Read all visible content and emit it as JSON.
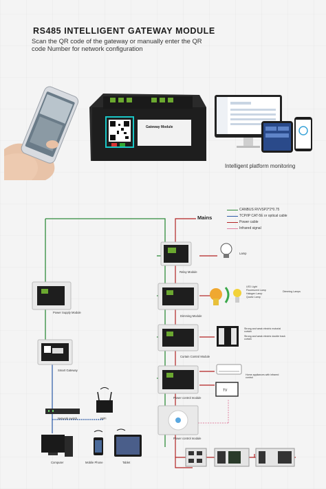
{
  "header": {
    "title": "RS485 INTELLIGENT GATEWAY MODULE",
    "subtitle": "Scan the QR code of the gateway or manually enter the QR code Number for network configuration"
  },
  "device": {
    "name": "Gateway Module"
  },
  "platform": {
    "caption": "Intelligent platform monitoring"
  },
  "legend": {
    "items": [
      {
        "label": "CANBUS RVVSP2*2*0.75",
        "color": "#2e8b3a"
      },
      {
        "label": "TCP/IP CAT-5E or optical cable",
        "color": "#2a5aa8"
      },
      {
        "label": "Power cable",
        "color": "#b22222"
      },
      {
        "label": "Infrared signal",
        "color": "#e07fa0"
      }
    ]
  },
  "mains": "Mains",
  "modules": {
    "relay": "Relay Module",
    "power_supply": "Power Supply Module",
    "dimming": "Dimming Module",
    "smart_gateway": "Smart Gateway",
    "curtain": "Curtain Control Module",
    "power_control_1": "Power control module",
    "power_control_2": "Power control module"
  },
  "loads": {
    "lamp": "Lamp",
    "dimming_list": [
      "LED Light",
      "Fluorescent Lamp",
      "Halogen Lamp",
      "Quartz Lamp"
    ],
    "dimming_group": "Dimming Lamps",
    "curtain_1": "Strong and weak electric motorial curtain",
    "curtain_2": "Strong and weak electric double track curtain",
    "appliances": "Home appliances with infrared control",
    "tv": "TV"
  },
  "network": {
    "switch": "Network switch",
    "wifi": "WiFi",
    "computer": "Computer",
    "mobile": "Mobile Phone",
    "tablet": "Tablet"
  },
  "colors": {
    "canbus": "#2e8b3a",
    "tcpip": "#2a5aa8",
    "power": "#b22222",
    "infrared": "#e07fa0",
    "module": "#1e1e1e",
    "qr_frame": "#19c7c7"
  }
}
